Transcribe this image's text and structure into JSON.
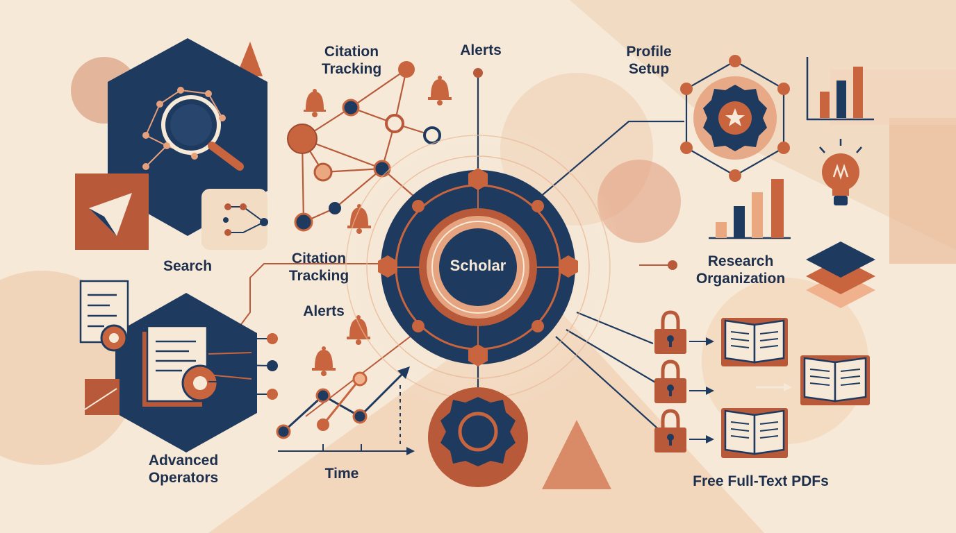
{
  "palette": {
    "background": "#f6e9d8",
    "navy": "#1e3a5f",
    "rust": "#b85a3a",
    "peach": "#e9b896",
    "light": "#f3dcc4"
  },
  "hub": {
    "label": "Scholar"
  },
  "labels": {
    "search": "Search",
    "citation_top": [
      "Citation",
      "Tracking"
    ],
    "alerts_top": "Alerts",
    "profile": [
      "Profile",
      "Setup"
    ],
    "citation_mid": [
      "Citation",
      "Tracking"
    ],
    "alerts_mid": "Alerts",
    "research": [
      "Research",
      "Organization"
    ],
    "advanced": [
      "Advanced",
      "Operators"
    ],
    "time": "Time",
    "pdfs": "Free Full-Text PDFs"
  },
  "icons": [
    "network-magnifier-icon",
    "folded-card-icon",
    "flow-icon",
    "bell-icon",
    "gear-star-icon",
    "bar-chart-icon",
    "lightbulb-icon",
    "layers-icon",
    "documents-gear-icon",
    "line-chart-icon",
    "lock-icon",
    "book-icon"
  ]
}
